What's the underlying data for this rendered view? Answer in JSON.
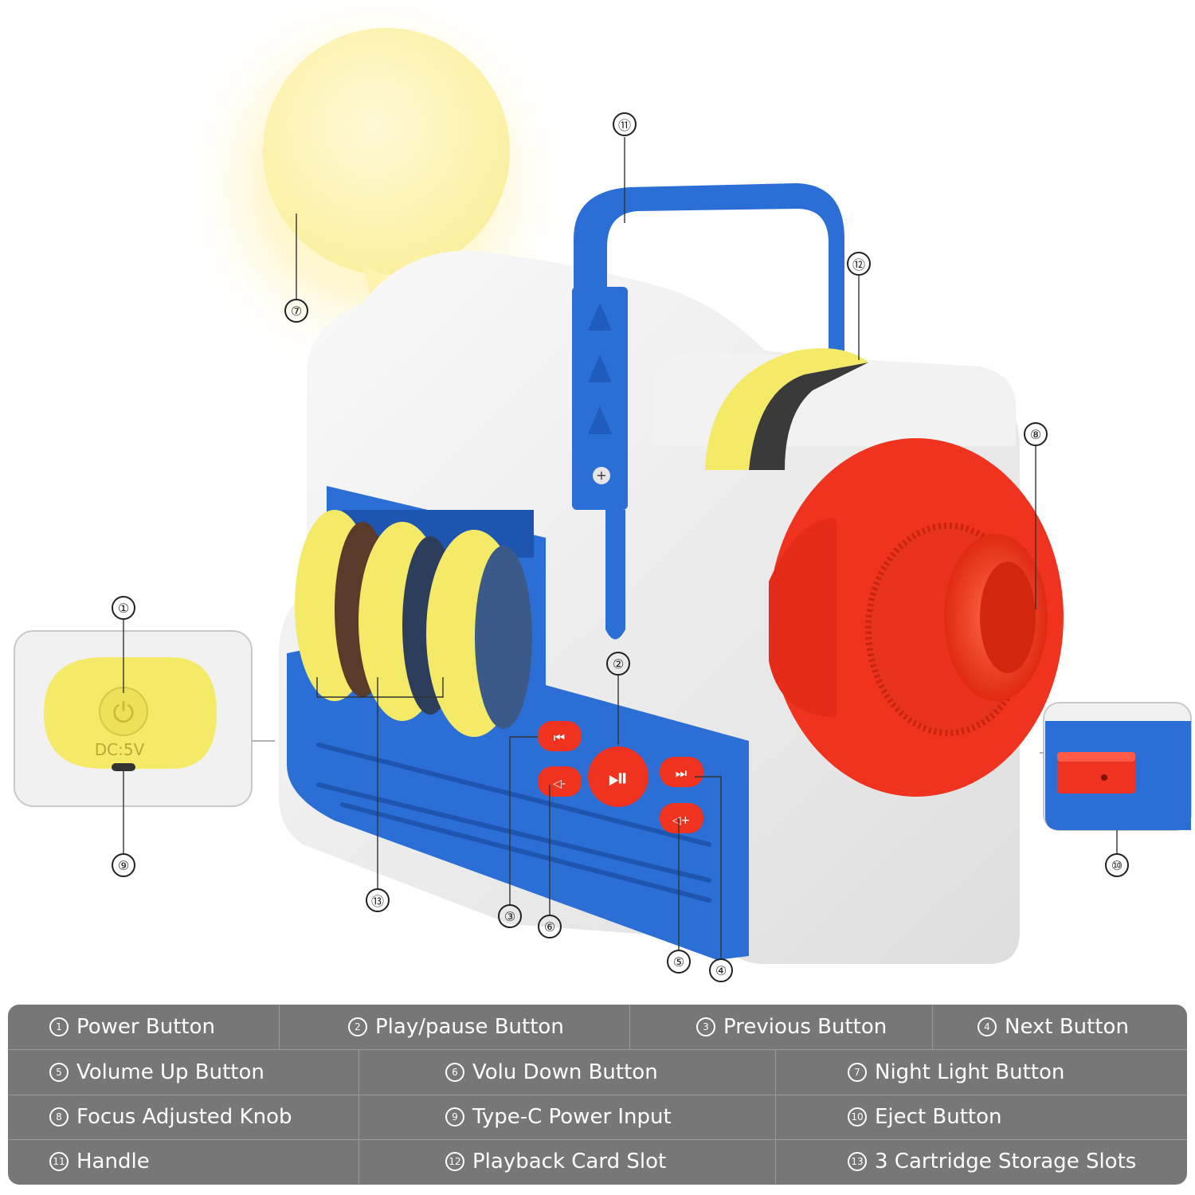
{
  "device_labels": {
    "dc_label": "DC:5V"
  },
  "callouts": [
    "①",
    "②",
    "③",
    "④",
    "⑤",
    "⑥",
    "⑦",
    "⑧",
    "⑨",
    "⑩",
    "⑪",
    "⑫",
    "⑬"
  ],
  "legend": {
    "rows": [
      [
        {
          "num": "1",
          "label": "Power Button"
        },
        {
          "num": "2",
          "label": "Play/pause Button"
        },
        {
          "num": "3",
          "label": "Previous Button"
        },
        {
          "num": "4",
          "label": "Next Button"
        }
      ],
      [
        {
          "num": "5",
          "label": "Volume Up Button"
        },
        {
          "num": "6",
          "label": "Volu Down Button"
        },
        {
          "num": "7",
          "label": "Night Light Button"
        }
      ],
      [
        {
          "num": "8",
          "label": "Focus Adjusted Knob"
        },
        {
          "num": "9",
          "label": "Type-C Power Input"
        },
        {
          "num": "10",
          "label": "Eject Button"
        }
      ],
      [
        {
          "num": "11",
          "label": "Handle"
        },
        {
          "num": "12",
          "label": "Playback Card Slot"
        },
        {
          "num": "13",
          "label": "3 Cartridge Storage Slots"
        }
      ]
    ]
  },
  "colors": {
    "body_white": "#eeeeee",
    "blue": "#2b6fd6",
    "yellow": "#f4ea68",
    "red": "#f0331f",
    "legend_bg": "#777777",
    "light_glow": "#fff6b8"
  }
}
